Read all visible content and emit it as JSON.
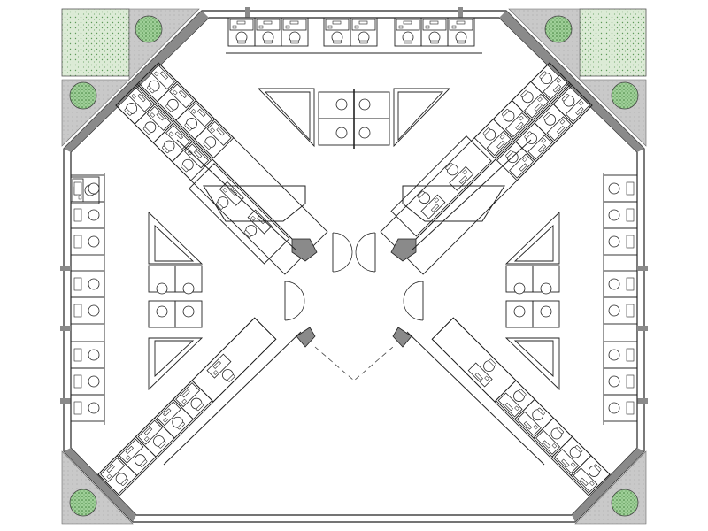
{
  "diagram": {
    "kind": "office floor plan",
    "colors": {
      "line": "#222222",
      "wall": "#8a8a8a",
      "paving": "#c4c4c4",
      "planting": "#dcebd6",
      "shrub": "#7fba7a",
      "furniture": "#ffffff"
    },
    "icons": [
      "desk-icon",
      "chair-icon",
      "monitor-icon",
      "door-swing-icon",
      "planter-icon",
      "shrub-icon"
    ],
    "wings": [
      "north",
      "northeast",
      "east",
      "southeast",
      "south",
      "southwest",
      "west",
      "northwest"
    ]
  }
}
